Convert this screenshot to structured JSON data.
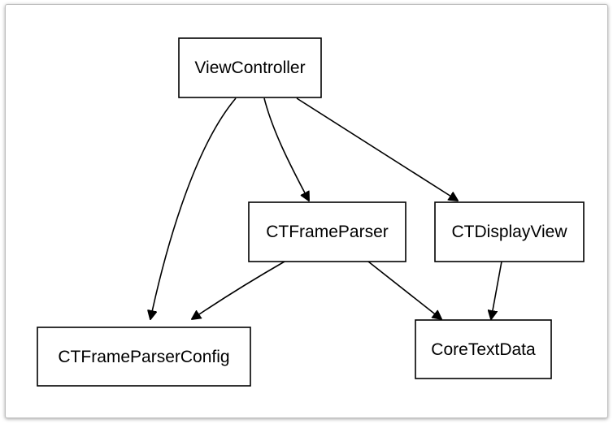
{
  "diagram": {
    "nodes": [
      {
        "id": "viewcontroller",
        "label": "ViewController"
      },
      {
        "id": "ctframeparser",
        "label": "CTFrameParser"
      },
      {
        "id": "ctdisplayview",
        "label": "CTDisplayView"
      },
      {
        "id": "ctframeparserconfig",
        "label": "CTFrameParserConfig"
      },
      {
        "id": "coretextdata",
        "label": "CoreTextData"
      }
    ],
    "edges": [
      {
        "from": "viewcontroller",
        "to": "ctframeparserconfig"
      },
      {
        "from": "viewcontroller",
        "to": "ctframeparser"
      },
      {
        "from": "viewcontroller",
        "to": "ctdisplayview"
      },
      {
        "from": "ctframeparser",
        "to": "ctframeparserconfig"
      },
      {
        "from": "ctframeparser",
        "to": "coretextdata"
      },
      {
        "from": "ctdisplayview",
        "to": "coretextdata"
      }
    ],
    "colors": {
      "stroke": "#000000",
      "fill": "#ffffff"
    }
  }
}
